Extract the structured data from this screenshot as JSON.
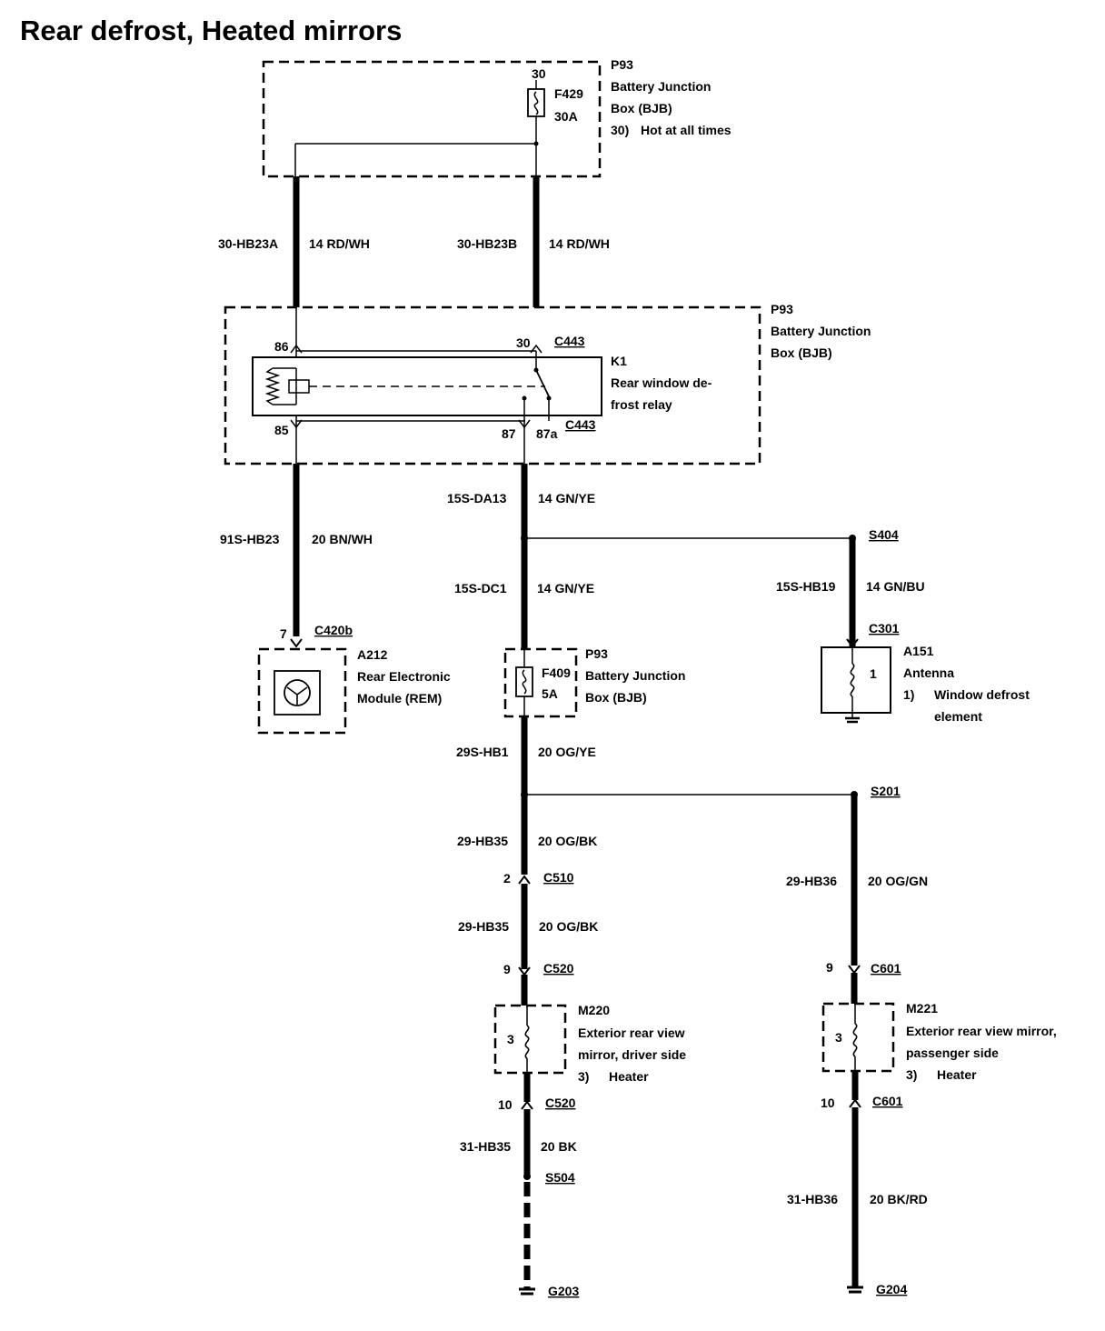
{
  "title": "Rear defrost, Heated mirrors",
  "bjb_top": {
    "pin": "30",
    "fuse": "F429",
    "rating": "30A",
    "id": "P93",
    "name1": "Battery Junction",
    "name2": "Box (BJB)",
    "note_num": "30)",
    "note": "Hot at all times"
  },
  "wire_hb23a": {
    "circuit": "30-HB23A",
    "spec": "14 RD/WH"
  },
  "wire_hb23b": {
    "circuit": "30-HB23B",
    "spec": "14 RD/WH"
  },
  "bjb_relay": {
    "id": "P93",
    "name1": "Battery Junction",
    "name2": "Box (BJB)"
  },
  "relay": {
    "id": "K1",
    "name1": "Rear window de-",
    "name2": "frost relay",
    "pin86": "86",
    "pin85": "85",
    "pin30": "30",
    "pin87": "87",
    "pin87a": "87a",
    "connector_top": "C443",
    "connector_bottom": "C443"
  },
  "wire_da13": {
    "circuit": "15S-DA13",
    "spec": "14 GN/YE"
  },
  "wire_hb23": {
    "circuit": "91S-HB23",
    "spec": "20 BN/WH"
  },
  "splice_s404": "S404",
  "wire_dc1": {
    "circuit": "15S-DC1",
    "spec": "14 GN/YE"
  },
  "wire_hb19": {
    "circuit": "15S-HB19",
    "spec": "14 GN/BU"
  },
  "rem": {
    "pin": "7",
    "connector": "C420b",
    "id": "A212",
    "name1": "Rear Electronic",
    "name2": "Module (REM)"
  },
  "bjb_fuse": {
    "id": "P93",
    "fuse": "F409",
    "rating": "5A",
    "name1": "Battery Junction",
    "name2": "Box (BJB)"
  },
  "antenna": {
    "connector": "C301",
    "id": "A151",
    "name": "Antenna",
    "pin": "1",
    "note_num": "1)",
    "note1": "Window defrost",
    "note2": "element"
  },
  "wire_hb1": {
    "circuit": "29S-HB1",
    "spec": "20 OG/YE"
  },
  "splice_s201": "S201",
  "wire_hb35a": {
    "circuit": "29-HB35",
    "spec": "20 OG/BK"
  },
  "c510": {
    "pin": "2",
    "connector": "C510"
  },
  "wire_hb35b": {
    "circuit": "29-HB35",
    "spec": "20 OG/BK"
  },
  "wire_hb36": {
    "circuit": "29-HB36",
    "spec": "20 OG/GN"
  },
  "c520_top": {
    "pin": "9",
    "connector": "C520"
  },
  "c601_top": {
    "pin": "9",
    "connector": "C601"
  },
  "m220": {
    "id": "M220",
    "pin": "3",
    "name1": "Exterior rear view",
    "name2": "mirror, driver side",
    "note_num": "3)",
    "note": "Heater"
  },
  "m221": {
    "id": "M221",
    "pin": "3",
    "name1": "Exterior rear view mirror,",
    "name2": "passenger side",
    "note_num": "3)",
    "note": "Heater"
  },
  "c520_bottom": {
    "pin": "10",
    "connector": "C520"
  },
  "c601_bottom": {
    "pin": "10",
    "connector": "C601"
  },
  "wire_31hb35": {
    "circuit": "31-HB35",
    "spec": "20 BK"
  },
  "splice_s504": "S504",
  "wire_31hb36": {
    "circuit": "31-HB36",
    "spec": "20 BK/RD"
  },
  "ground_g203": "G203",
  "ground_g204": "G204"
}
